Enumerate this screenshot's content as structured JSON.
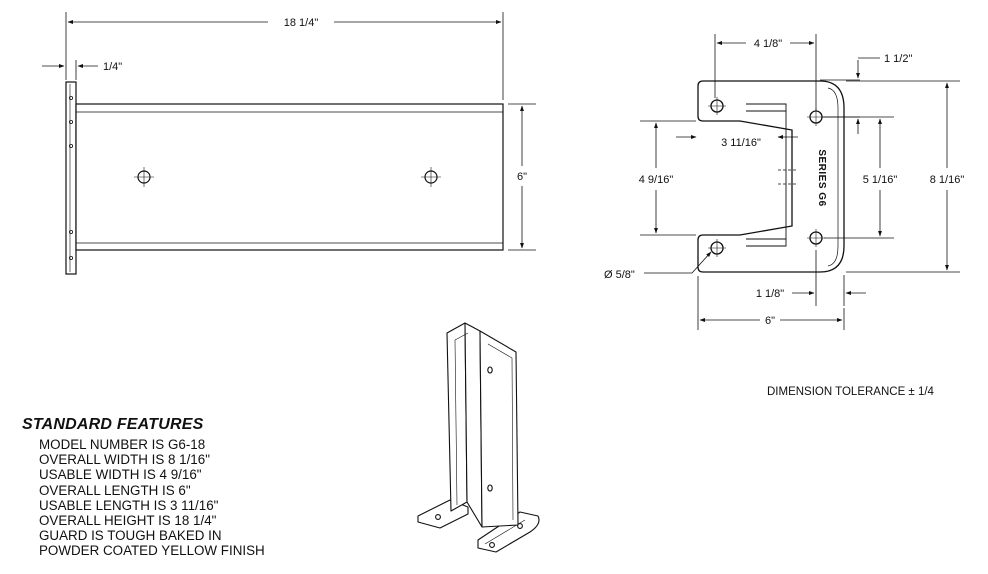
{
  "dimensions": {
    "side_length": "18 1/4\"",
    "side_plate_thickness": "1/4\"",
    "side_height": "6\"",
    "top_slot_width": "4 1/8\"",
    "top_radius": "1 1/2\"",
    "top_usable_length": "3 11/16\"",
    "top_usable_width": "4 9/16\"",
    "top_hole_spacing": "5 1/16\"",
    "top_overall_width": "8 1/16\"",
    "top_hole_diameter": "Ø 5/8\"",
    "top_hole_offset": "1 1/8\"",
    "top_overall_length": "6\""
  },
  "part_marking": "SERIES G6",
  "tolerance_note": "DIMENSION TOLERANCE ± 1/4",
  "features": {
    "title": "STANDARD FEATURES",
    "items": [
      "MODEL NUMBER IS G6-18",
      "OVERALL WIDTH IS 8 1/16\"",
      "USABLE WIDTH IS 4 9/16\"",
      "OVERALL LENGTH IS 6\"",
      "USABLE LENGTH IS 3 11/16\"",
      "OVERALL HEIGHT IS 18 1/4\"",
      "GUARD IS TOUGH BAKED IN",
      "POWDER COATED YELLOW FINISH"
    ]
  }
}
